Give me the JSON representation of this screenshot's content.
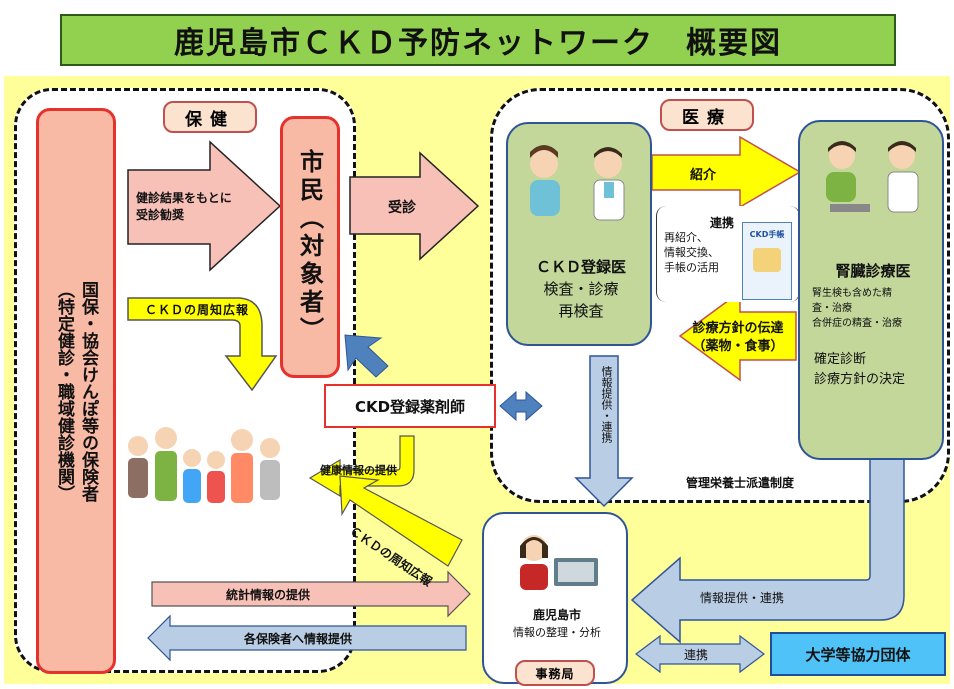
{
  "title": "鹿児島市ＣＫＤ予防ネットワーク　概要図",
  "sections": {
    "health_tag": "保健",
    "medical_tag": "医療"
  },
  "insurers": {
    "line1": "国保・協会けんぽ等の保険者",
    "line2": "（特定健診・職域健診機関）"
  },
  "citizen": {
    "line1": "市民",
    "line2": "（対象者）"
  },
  "labels": {
    "checkup_recommend_1": "健診結果をもとに",
    "checkup_recommend_2": "受診勧奨",
    "visit": "受診",
    "ckd_awareness": "ＣＫＤの周知広報",
    "ckd_awareness_2": "ＣＫＤの周知広報",
    "health_info": "健康情報の提供",
    "referral": "紹介",
    "cooperation_title": "連携",
    "cooperation_1": "再紹介、",
    "cooperation_2": "情報交換、",
    "cooperation_3": "手帳の活用",
    "notebook": "CKD手帳",
    "policy_1": "診療方針の伝達",
    "policy_2": "（薬物・食事）",
    "info_share_vertical": "情報提供・連携",
    "dietitian": "管理栄養士派遣制度",
    "stats": "統計情報の提供",
    "insurer_info": "各保険者へ情報提供",
    "info_share_right": "情報提供・連携",
    "link": "連携",
    "university": "大学等協力団体"
  },
  "ckd_doctor": {
    "title": "ＣＫＤ登録医",
    "line1": "検査・診療",
    "line2": "再検査"
  },
  "kidney_doctor": {
    "title": "腎臓診療医",
    "line1": "腎生検も含めた精",
    "line2": "査・治療",
    "line3": "合併症の精査・治療",
    "line4": "確定診断",
    "line5": "診療方針の決定"
  },
  "pharmacist": "CKD登録薬剤師",
  "office": {
    "name": "鹿児島市",
    "role": "情報の整理・分析",
    "tag": "事務局"
  },
  "colors": {
    "title_bg": "#92d050",
    "pink": "#f8c1b8",
    "yellow": "#ffff00",
    "blue_light": "#b9cde5",
    "cyan": "#4fc3f7",
    "green_box": "#c3d79b"
  }
}
